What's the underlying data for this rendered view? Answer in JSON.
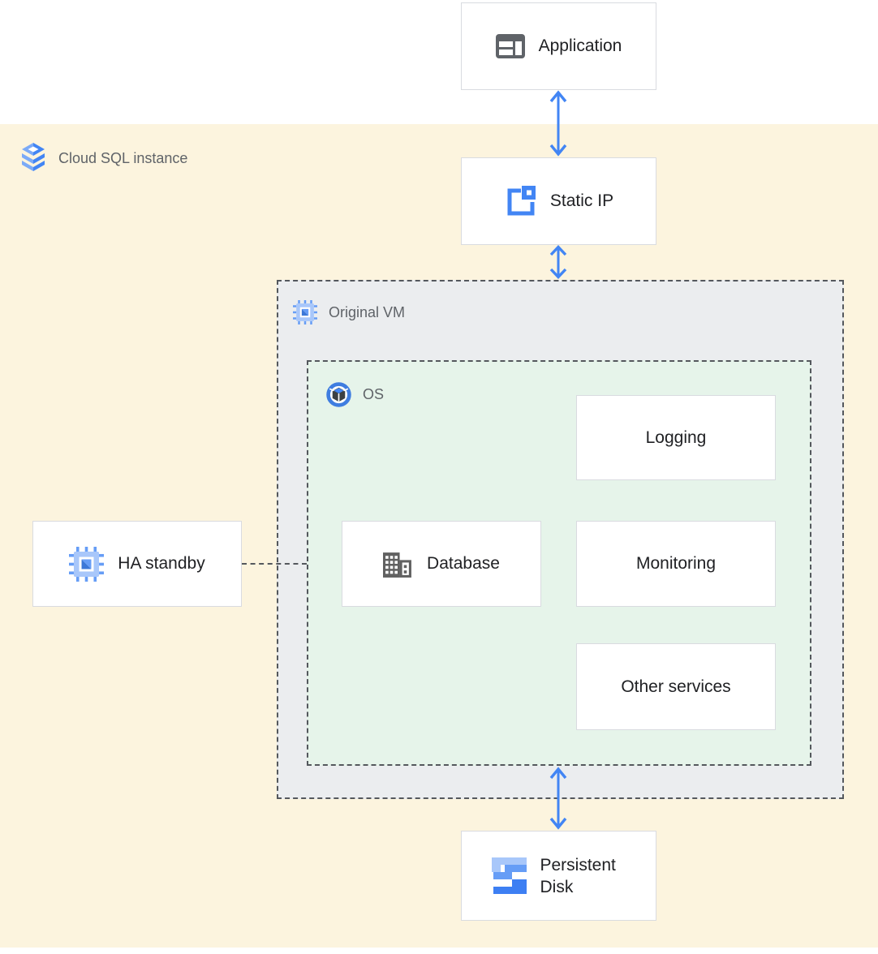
{
  "regions": {
    "cloud_sql": {
      "label": "Cloud SQL instance",
      "icon": "cloud-sql-icon",
      "background": "#FCF4DE"
    },
    "original_vm": {
      "label": "Original VM",
      "icon": "compute-engine-icon",
      "background": "#EBEDEF"
    },
    "os": {
      "label": "OS",
      "icon": "os-icon",
      "background": "#E6F4EA"
    }
  },
  "nodes": {
    "application": {
      "label": "Application",
      "icon": "application-window-icon"
    },
    "static_ip": {
      "label": "Static IP",
      "icon": "external-ip-icon"
    },
    "ha_standby": {
      "label": "HA standby",
      "icon": "compute-engine-icon"
    },
    "database": {
      "label": "Database",
      "icon": "datacenter-building-icon"
    },
    "logging": {
      "label": "Logging"
    },
    "monitoring": {
      "label": "Monitoring"
    },
    "other_services": {
      "label": "Other services"
    },
    "persistent_disk": {
      "label": "Persistent Disk",
      "icon": "persistent-disk-icon"
    }
  },
  "edges": [
    {
      "from": "application",
      "to": "static_ip",
      "type": "bidirectional-arrow",
      "color": "#4285F4"
    },
    {
      "from": "static_ip",
      "to": "original_vm",
      "type": "bidirectional-arrow",
      "color": "#4285F4"
    },
    {
      "from": "os",
      "to": "persistent_disk",
      "type": "bidirectional-arrow",
      "color": "#4285F4"
    },
    {
      "from": "ha_standby",
      "to": "original_vm",
      "type": "dashed-connector",
      "color": "#54585D"
    }
  ],
  "colors": {
    "arrow_blue": "#4285F4",
    "canvas_cream": "#FCF4DE",
    "vm_gray": "#EBEDEF",
    "os_green": "#E6F4EA",
    "node_border": "#D9DBE0",
    "dashed_border": "#54585D",
    "label_dark": "#202124",
    "label_gray": "#5F6368"
  }
}
